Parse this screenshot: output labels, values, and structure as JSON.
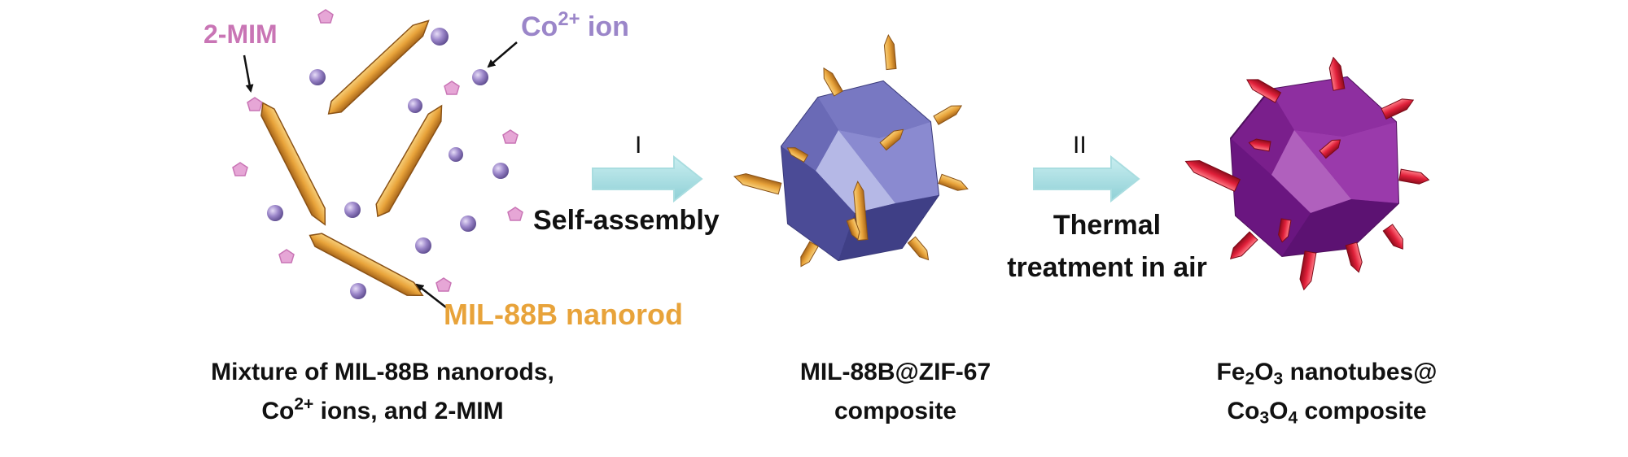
{
  "colors": {
    "nanorod": "#e8a33a",
    "co_ion": "#9b86c9",
    "mim": "#e6a6d6",
    "zif": "#6f6fb8",
    "oxide": "#8a2a98",
    "nanotube": "#e0203a",
    "arrow": "#a9dde0",
    "label_mim": "#c975b5",
    "label_co": "#9b86c9",
    "label_rod": "#e8a33a"
  },
  "labels": {
    "mim": "2-MIM",
    "co_base": "Co",
    "co_sup": "2+",
    "co_tail": " ion",
    "nanorod": "MIL-88B nanorod"
  },
  "steps": {
    "one": {
      "numeral": "I",
      "text": "Self-assembly"
    },
    "two": {
      "numeral": "II",
      "line1": "Thermal",
      "line2": "treatment in air"
    }
  },
  "captions": {
    "left": {
      "line1": "Mixture of MIL-88B nanorods,",
      "l2_a": "Co",
      "l2_sup": "2+",
      "l2_b": " ions, and 2-MIM"
    },
    "middle": {
      "line1": "MIL-88B@ZIF-67",
      "line2": "composite"
    },
    "right": {
      "l1_a": "Fe",
      "l1_s1": "2",
      "l1_b": "O",
      "l1_s2": "3",
      "l1_c": " nanotubes@",
      "l2_a": "Co",
      "l2_s1": "3",
      "l2_b": "O",
      "l2_s2": "4",
      "l2_c": " composite"
    }
  }
}
